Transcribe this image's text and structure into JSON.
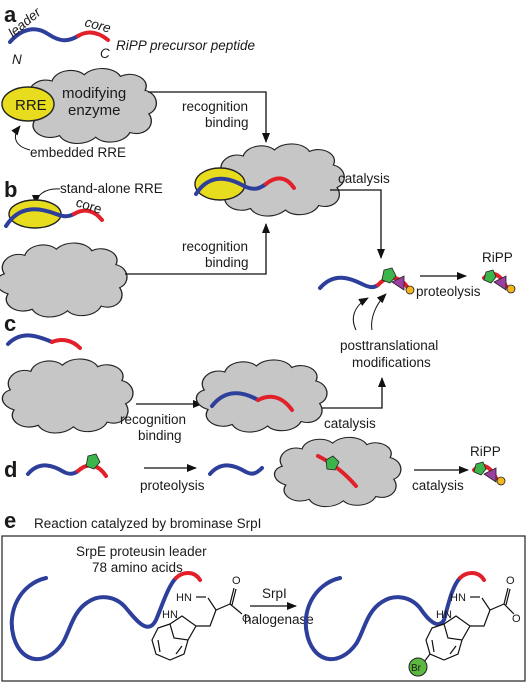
{
  "panels": {
    "a": "a",
    "b": "b",
    "c": "c",
    "d": "d",
    "e": "e"
  },
  "a": {
    "leader": "leader",
    "core": "core",
    "n_term": "N",
    "c_term": "C",
    "precursor": "RiPP precursor peptide",
    "rre": "RRE",
    "enzyme_line1": "modifying",
    "enzyme_line2": "enzyme",
    "embedded": "embedded RRE",
    "recognition": "recognition",
    "binding": "binding",
    "catalysis": "catalysis"
  },
  "b": {
    "standalone": "stand-alone RRE",
    "core": "core",
    "recognition": "recognition",
    "binding": "binding"
  },
  "center": {
    "ripp": "RiPP",
    "proteolysis": "proteolysis",
    "ptm_line1": "posttranslational",
    "ptm_line2": "modifications"
  },
  "c": {
    "recognition": "recognition",
    "binding": "binding",
    "catalysis": "catalysis"
  },
  "d": {
    "proteolysis": "proteolysis",
    "catalysis": "catalysis",
    "ripp": "RiPP"
  },
  "e": {
    "title": "Reaction catalyzed by brominase SrpI",
    "leader_line1": "SrpE proteusin leader",
    "leader_line2": "78 amino acids",
    "enzyme": "SrpI",
    "enzyme_type": "halogenase",
    "hn1": "HN",
    "nh1": "HN",
    "o1": "O",
    "om1": "O",
    "hn2": "HN",
    "nh2": "HN",
    "o2": "O",
    "om2": "O",
    "br": "Br"
  },
  "colors": {
    "leader": "#2e3f9b",
    "core": "#e2202a",
    "rre": "#e8dc1e",
    "enzyme": "#c6c6c6",
    "mod_green": "#3bb54a",
    "mod_purple": "#9b3fa0",
    "mod_yellow": "#f3b61f",
    "bromine": "#5cb83e"
  }
}
